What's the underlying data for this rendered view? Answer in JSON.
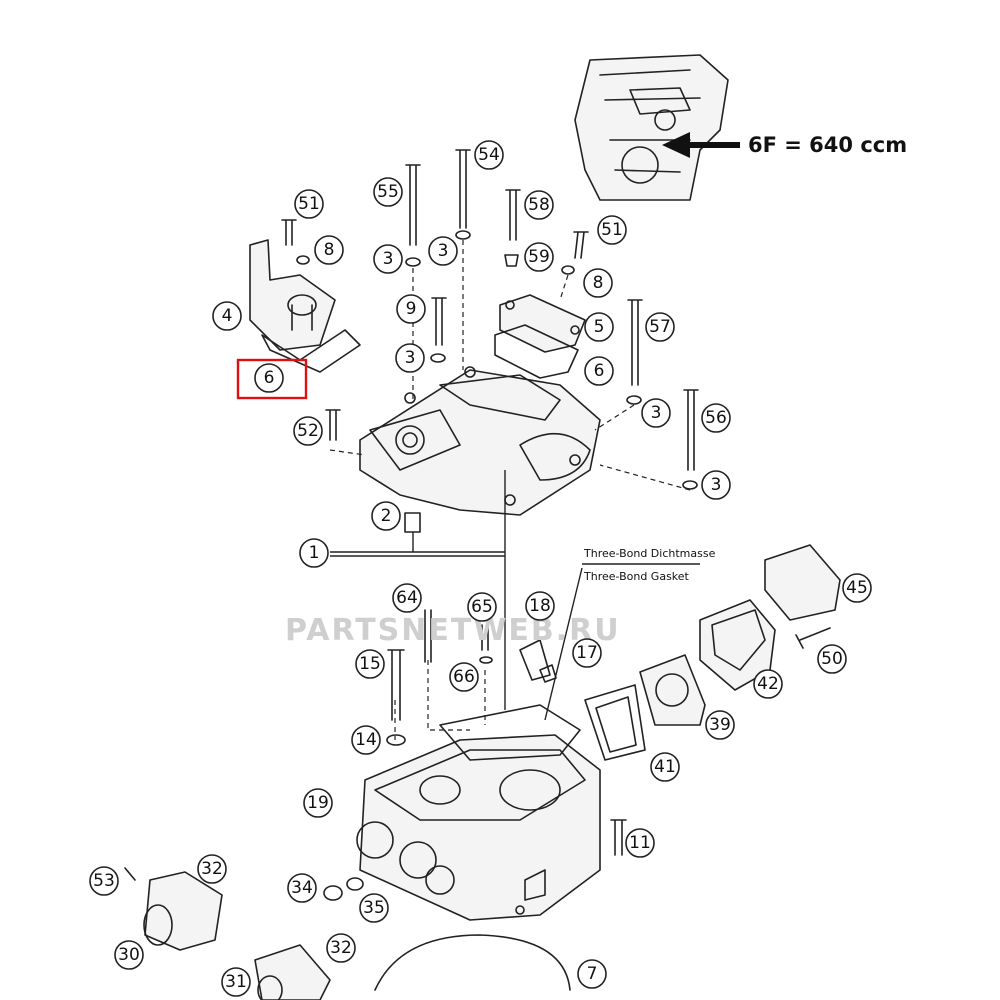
{
  "diagram": {
    "variant_note": "6F = 640 ccm",
    "gasket_label_de": "Three-Bond Dichtmasse",
    "gasket_label_en": "Three-Bond Gasket",
    "watermark": "PARTSNETWEB.RU",
    "highlighted_part": "6",
    "callouts": [
      {
        "id": "c51a",
        "label": "51"
      },
      {
        "id": "c8a",
        "label": "8"
      },
      {
        "id": "c4",
        "label": "4"
      },
      {
        "id": "c6a",
        "label": "6"
      },
      {
        "id": "c55",
        "label": "55"
      },
      {
        "id": "c54",
        "label": "54"
      },
      {
        "id": "c58",
        "label": "58"
      },
      {
        "id": "c3a",
        "label": "3"
      },
      {
        "id": "c3b",
        "label": "3"
      },
      {
        "id": "c59",
        "label": "59"
      },
      {
        "id": "c51b",
        "label": "51"
      },
      {
        "id": "c8b",
        "label": "8"
      },
      {
        "id": "c9",
        "label": "9"
      },
      {
        "id": "c5",
        "label": "5"
      },
      {
        "id": "c57",
        "label": "57"
      },
      {
        "id": "c3c",
        "label": "3"
      },
      {
        "id": "c6b",
        "label": "6"
      },
      {
        "id": "c3d",
        "label": "3"
      },
      {
        "id": "c56",
        "label": "56"
      },
      {
        "id": "c52",
        "label": "52"
      },
      {
        "id": "c3e",
        "label": "3"
      },
      {
        "id": "c2",
        "label": "2"
      },
      {
        "id": "c1",
        "label": "1"
      },
      {
        "id": "c45",
        "label": "45"
      },
      {
        "id": "c64",
        "label": "64"
      },
      {
        "id": "c65",
        "label": "65"
      },
      {
        "id": "c18",
        "label": "18"
      },
      {
        "id": "c17",
        "label": "17"
      },
      {
        "id": "c50",
        "label": "50"
      },
      {
        "id": "c15",
        "label": "15"
      },
      {
        "id": "c66",
        "label": "66"
      },
      {
        "id": "c42",
        "label": "42"
      },
      {
        "id": "c39",
        "label": "39"
      },
      {
        "id": "c14",
        "label": "14"
      },
      {
        "id": "c41",
        "label": "41"
      },
      {
        "id": "c19",
        "label": "19"
      },
      {
        "id": "c11",
        "label": "11"
      },
      {
        "id": "c53",
        "label": "53"
      },
      {
        "id": "c32a",
        "label": "32"
      },
      {
        "id": "c34",
        "label": "34"
      },
      {
        "id": "c35",
        "label": "35"
      },
      {
        "id": "c30",
        "label": "30"
      },
      {
        "id": "c32b",
        "label": "32"
      },
      {
        "id": "c31",
        "label": "31"
      },
      {
        "id": "c7",
        "label": "7"
      }
    ]
  }
}
